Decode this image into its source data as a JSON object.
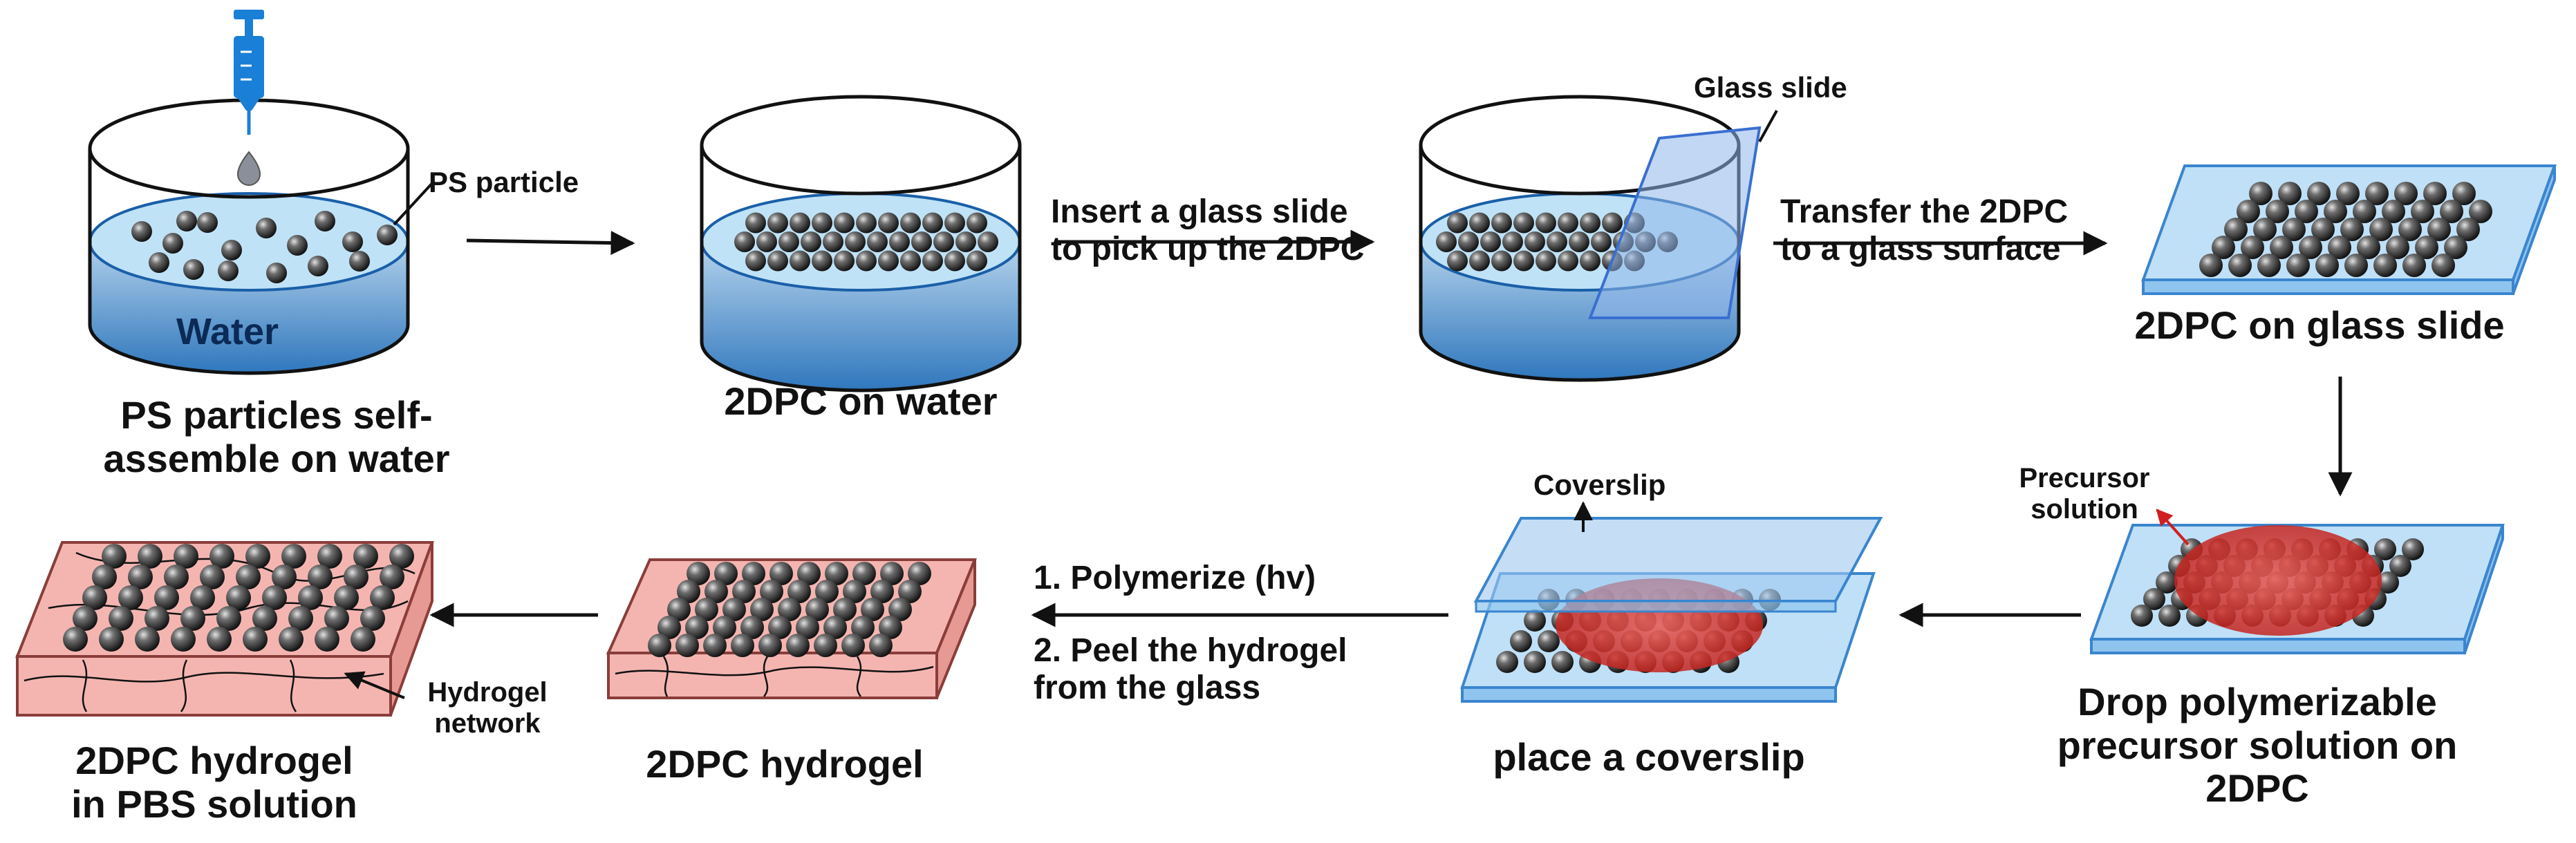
{
  "labels": {
    "water": "Water",
    "ps_particle": "PS particle",
    "glass_slide": "Glass slide",
    "coverslip": "Coverslip",
    "precursor_solution": "Precursor\nsolution",
    "hydrogel_network": "Hydrogel\nnetwork"
  },
  "steps": {
    "insert": "Insert a glass slide\nto pick up the 2DPC",
    "transfer": "Transfer the 2DPC\nto a glass surface",
    "polymerize": "1. Polymerize (hv)",
    "peel": "2. Peel the hydrogel\nfrom the glass"
  },
  "captions": {
    "self_assemble": "PS particles self-\nassemble on water",
    "on_water": "2DPC on water",
    "on_glass": "2DPC on glass slide",
    "drop": "Drop polymerizable\nprecursor solution on\n2DPC",
    "coverslip": "place a coverslip",
    "hydrogel": "2DPC hydrogel",
    "pbs": "2DPC hydrogel\nin PBS solution"
  },
  "colors": {
    "water_top": "#dbeefa",
    "water_bottom": "#2f77bd",
    "glass": "#a9d0f0",
    "glass_edge": "#3a85cf",
    "hydrogel": "#f4b5b1",
    "precursor": "#d8302c",
    "syringe": "#1a7fd6",
    "red_arrow": "#d11f1f"
  }
}
